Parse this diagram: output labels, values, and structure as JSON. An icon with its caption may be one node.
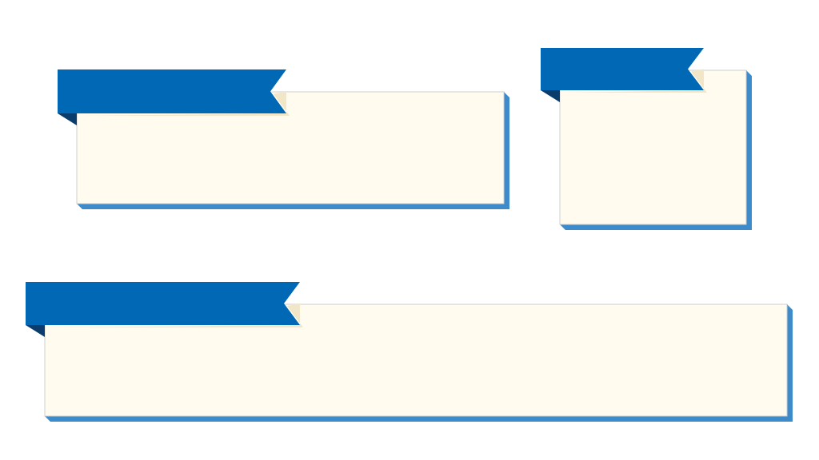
{
  "diagram": {
    "nodes": [
      {
        "text": [],
        "shape": "box"
      },
      {
        "text": [],
        "shape": "box"
      },
      {
        "text": [],
        "shape": "box"
      }
    ]
  }
}
